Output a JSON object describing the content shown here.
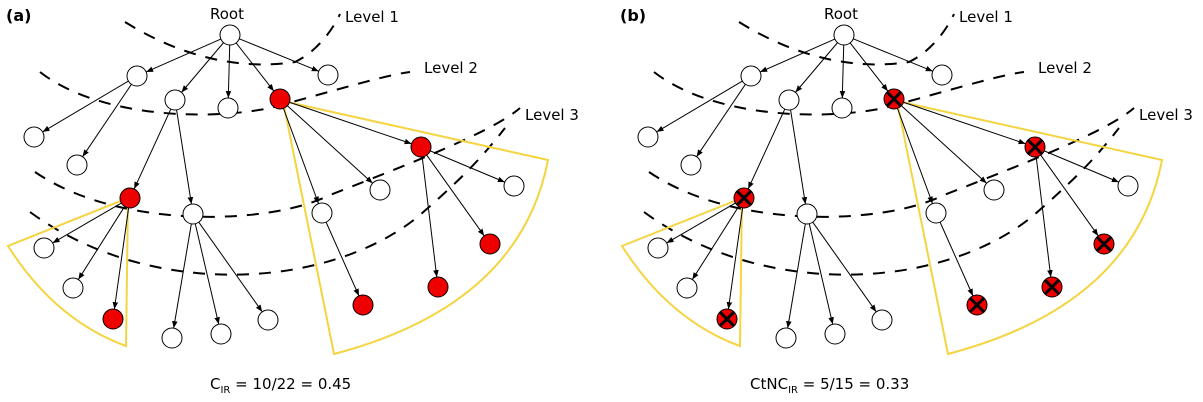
{
  "colors": {
    "node_fill": "#ffffff",
    "highlight_fill": "#ee0000",
    "sector_stroke": "#f5d442",
    "edge": "#000000"
  },
  "panels": [
    {
      "label": "(a)",
      "root_label": "Root",
      "level_labels": [
        "Level 1",
        "Level 2",
        "Level 3"
      ],
      "formula": {
        "main": "C",
        "sub": "IR",
        "rest": " = 10/22 = 0.45"
      },
      "highlighted_nodes_crossed": false
    },
    {
      "label": "(b)",
      "root_label": "Root",
      "level_labels": [
        "Level 1",
        "Level 2",
        "Level 3"
      ],
      "formula": {
        "main": "CtNC",
        "sub": "IR",
        "rest": " = 5/15 = 0.33"
      },
      "highlighted_nodes_crossed": true
    }
  ]
}
